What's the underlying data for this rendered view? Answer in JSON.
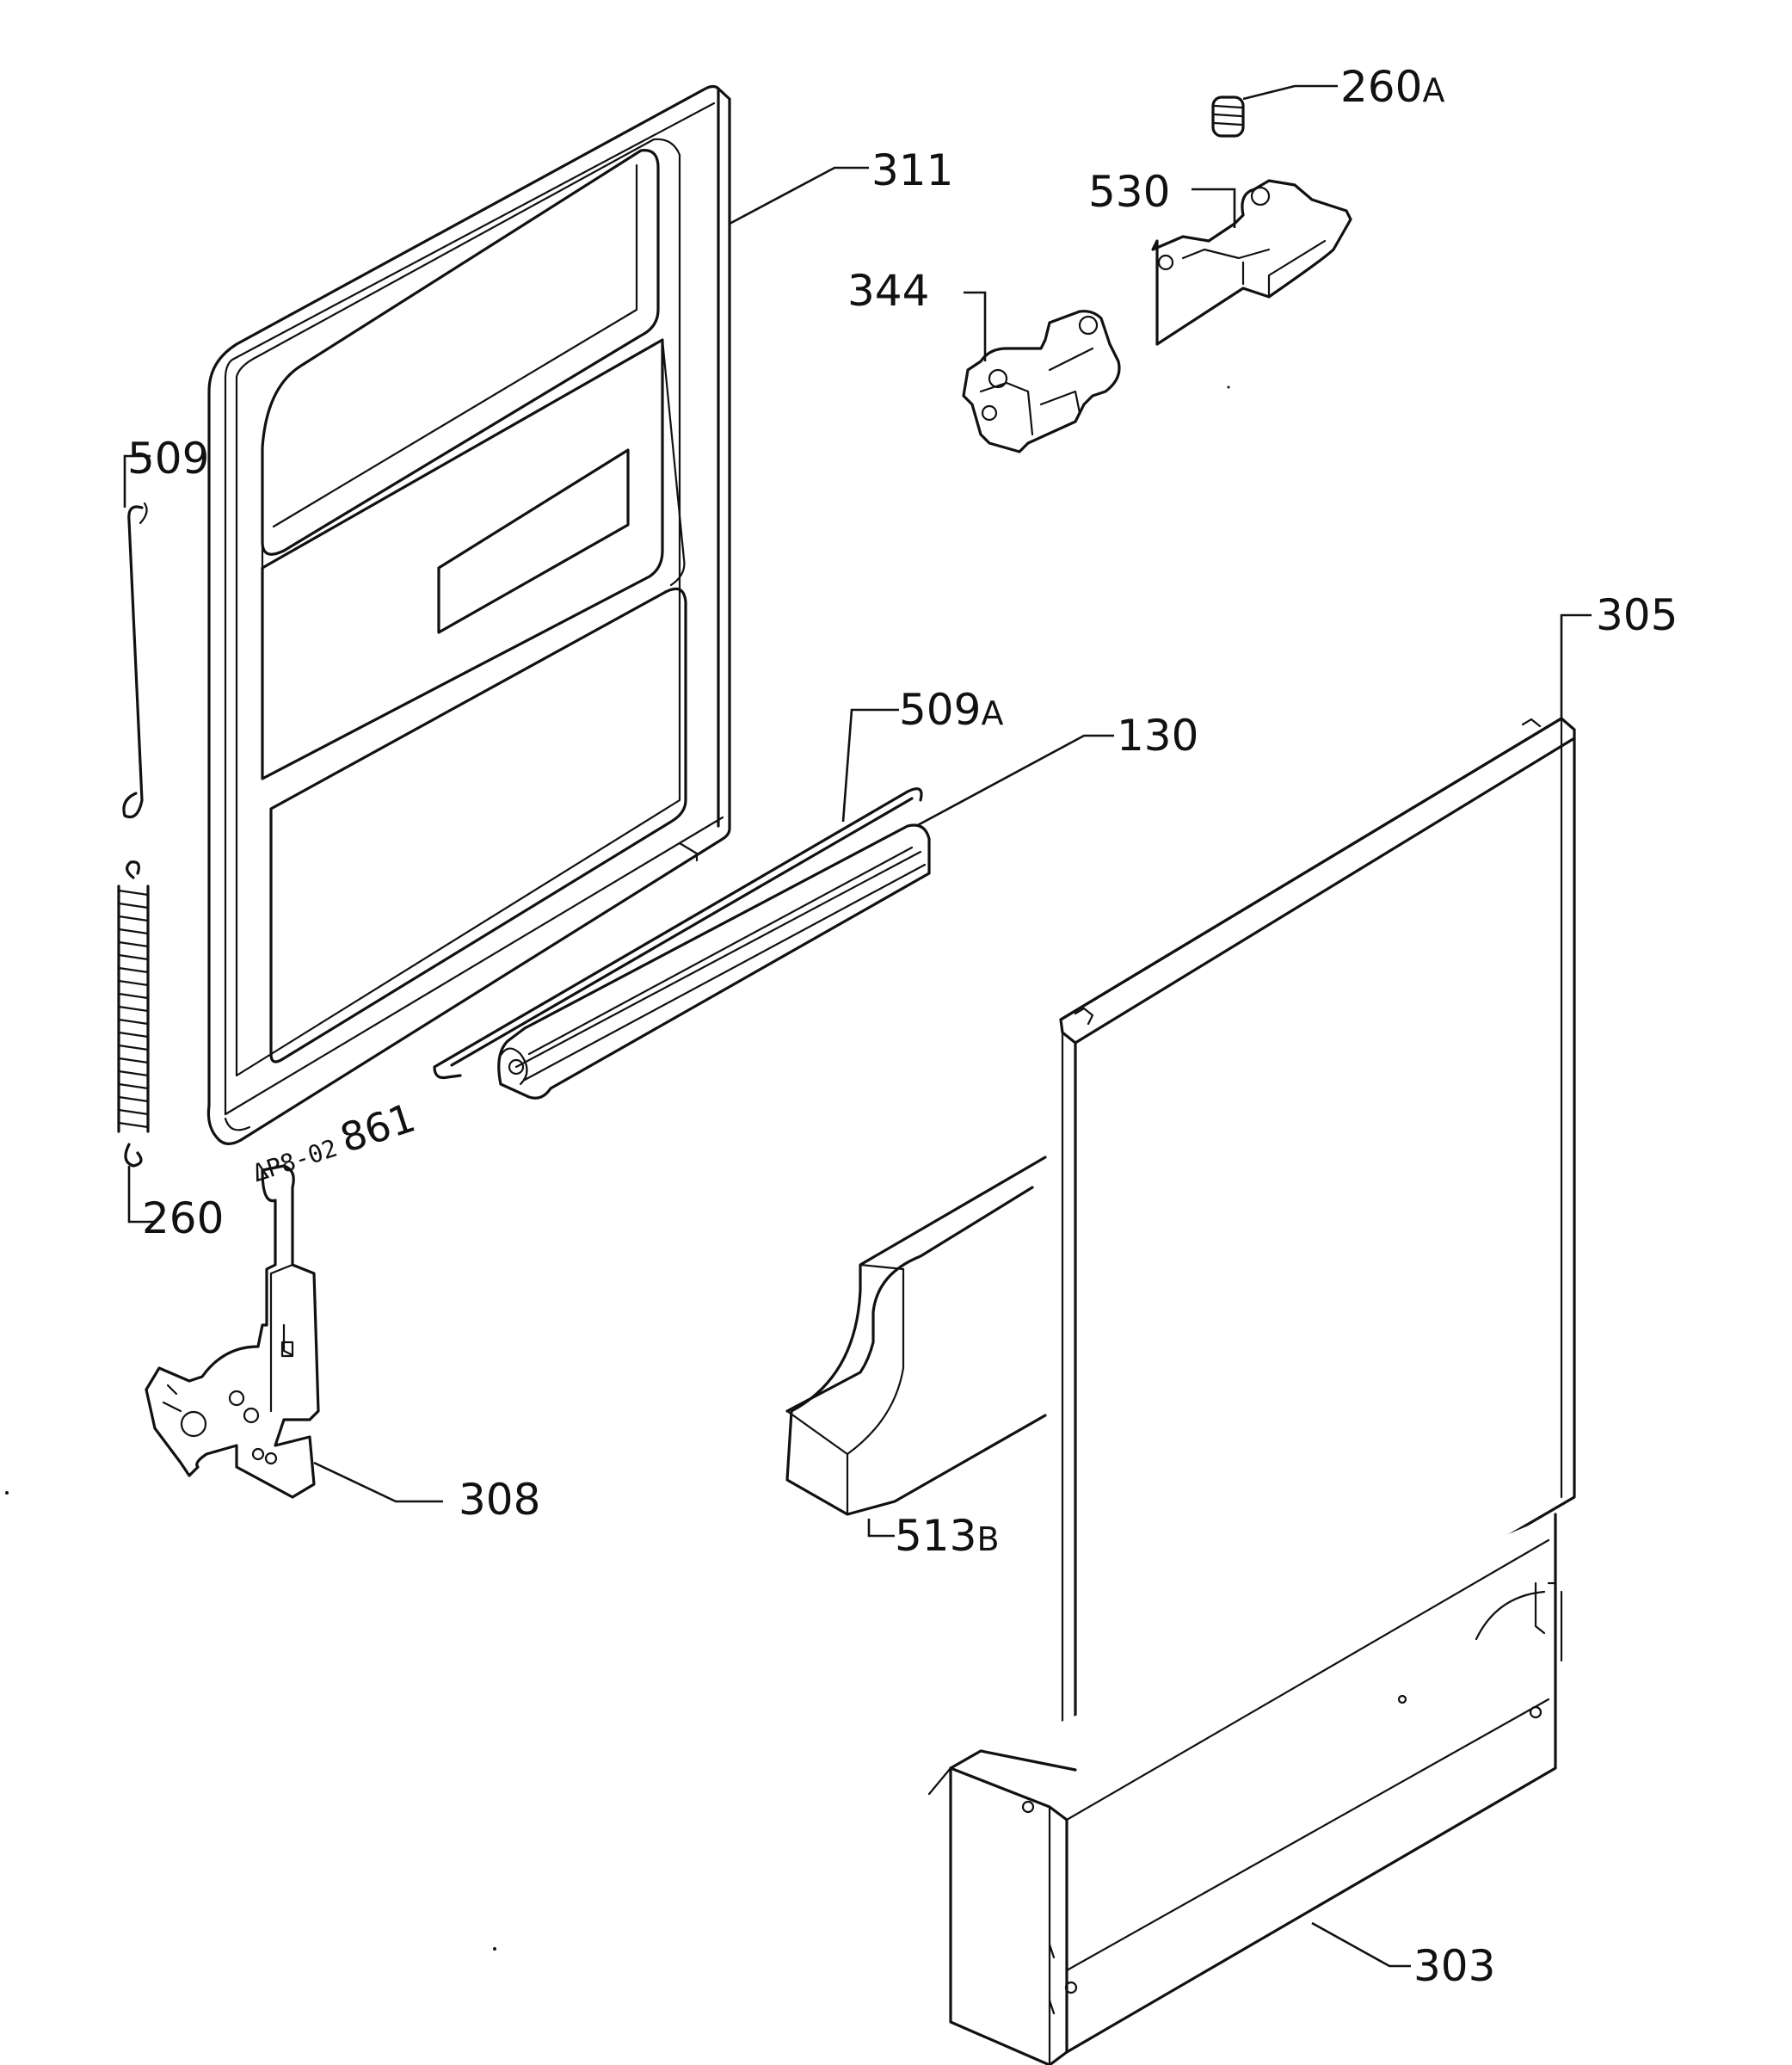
{
  "labels": {
    "p260A": {
      "num": "260",
      "suf": "A"
    },
    "p311": "311",
    "p530": "530",
    "p344": "344",
    "p509": "509",
    "p305": "305",
    "p509A": {
      "num": "509",
      "suf": "A"
    },
    "p130": "130",
    "p260": "260",
    "p308": "308",
    "p513B": {
      "num": "513",
      "suf": "B"
    },
    "p303": "303"
  },
  "drawing_code": {
    "prefix": "ΔP8-02",
    "suffix": "861"
  }
}
